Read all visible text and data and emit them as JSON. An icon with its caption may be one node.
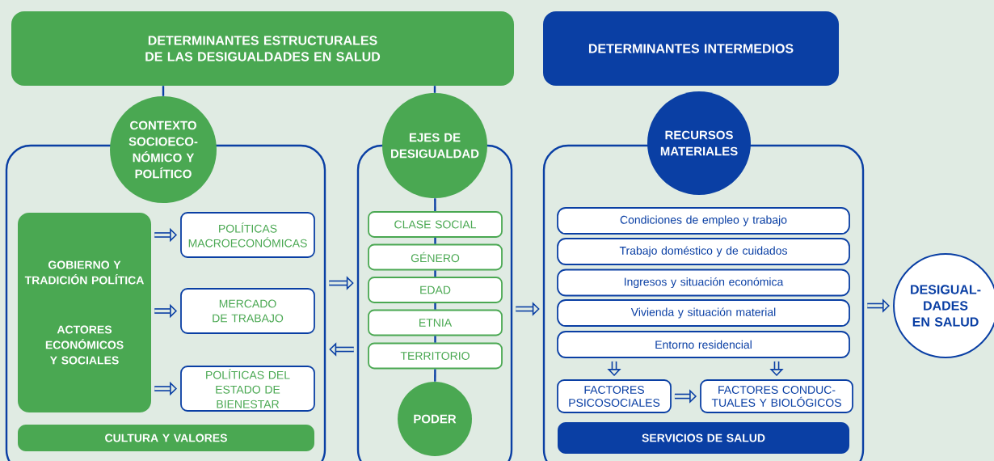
{
  "diagram": {
    "nodes": [
      {
        "text": [
          "DETERMINANTES ESTRUCTURALES DE LAS DESIGUALDADES EN SALUD"
        ]
      },
      {
        "text": [
          "DETERMINANTES INTERMEDIOS"
        ]
      },
      {
        "text": [],
        "shape": "box"
      },
      {
        "text": [
          "CONTEXTO SOCIOECO- NÓMICO Y POLÍTICO"
        ]
      },
      {
        "text": [
          "GOBIERNO Y TRADICIÓN POLÍTICA",
          "ACTORES ECONÓMICOS Y SOCIALES"
        ],
        "in": 2
      },
      {
        "text": [
          "POLÍTICAS MACROECONÓMICAS"
        ],
        "in": 2
      },
      {
        "text": [
          "MERCADO DE TRABAJO"
        ],
        "in": 2
      },
      {
        "text": [
          "POLÍTICAS DEL ESTADO DE BIENESTAR"
        ],
        "in": 2
      },
      {
        "text": [
          "CULTURA Y VALORES"
        ],
        "in": 2
      },
      {
        "text": [],
        "shape": "box"
      },
      {
        "text": [
          "EJES DE DESIGUALDAD"
        ]
      },
      {
        "text": [
          "CLASE SOCIAL"
        ],
        "in": 9
      },
      {
        "text": [
          "GÉNERO"
        ],
        "in": 9
      },
      {
        "text": [
          "EDAD"
        ],
        "in": 9
      },
      {
        "text": [
          "ETNIA"
        ],
        "in": 9
      },
      {
        "text": [
          "TERRITORIO"
        ],
        "in": 9
      },
      {
        "text": [
          "PODER"
        ],
        "in": 9
      },
      {
        "text": [],
        "shape": "box"
      },
      {
        "text": [
          "RECURSOS MATERIALES"
        ]
      },
      {
        "text": [
          "Condiciones de empleo y trabajo"
        ],
        "in": 17
      },
      {
        "text": [
          "Trabajo doméstico y de cuidados"
        ],
        "in": 17
      },
      {
        "text": [
          "Ingresos y situación económica"
        ],
        "in": 17
      },
      {
        "text": [
          "Vivienda y situación material"
        ],
        "in": 17
      },
      {
        "text": [
          "Entorno residencial"
        ],
        "in": 17
      },
      {
        "text": [
          "FACTORES PSICOSOCIALES"
        ],
        "in": 17
      },
      {
        "text": [
          "FACTORES CONDUC- TUALES Y BIOLÓGICOS"
        ],
        "in": 17
      },
      {
        "text": [
          "SERVICIOS DE SALUD"
        ],
        "in": 17
      },
      {
        "text": [
          "DESIGUAL- DADES EN SALUD"
        ]
      }
    ],
    "edges": [
      {
        "from": 0,
        "to": 3,
        "arrow": "none"
      },
      {
        "from": 0,
        "to": 10,
        "arrow": "none"
      },
      {
        "from": 4,
        "to": 5,
        "arrow": "to"
      },
      {
        "from": 4,
        "to": 6,
        "arrow": "to"
      },
      {
        "from": 4,
        "to": 7,
        "arrow": "to"
      },
      {
        "from": 2,
        "to": 9,
        "arrow": "to"
      },
      {
        "from": 9,
        "to": 2,
        "arrow": "to"
      },
      {
        "from": 10,
        "to": 11,
        "arrow": "none"
      },
      {
        "from": 11,
        "to": 12,
        "arrow": "none"
      },
      {
        "from": 12,
        "to": 13,
        "arrow": "none"
      },
      {
        "from": 13,
        "to": 14,
        "arrow": "none"
      },
      {
        "from": 14,
        "to": 15,
        "arrow": "none"
      },
      {
        "from": 15,
        "to": 16,
        "arrow": "none"
      },
      {
        "from": 9,
        "to": 17,
        "arrow": "to"
      },
      {
        "from": 23,
        "to": 24,
        "arrow": "to"
      },
      {
        "from": 23,
        "to": 25,
        "arrow": "to"
      },
      {
        "from": 24,
        "to": 25,
        "arrow": "to"
      },
      {
        "from": 17,
        "to": 27,
        "arrow": "to"
      }
    ]
  }
}
